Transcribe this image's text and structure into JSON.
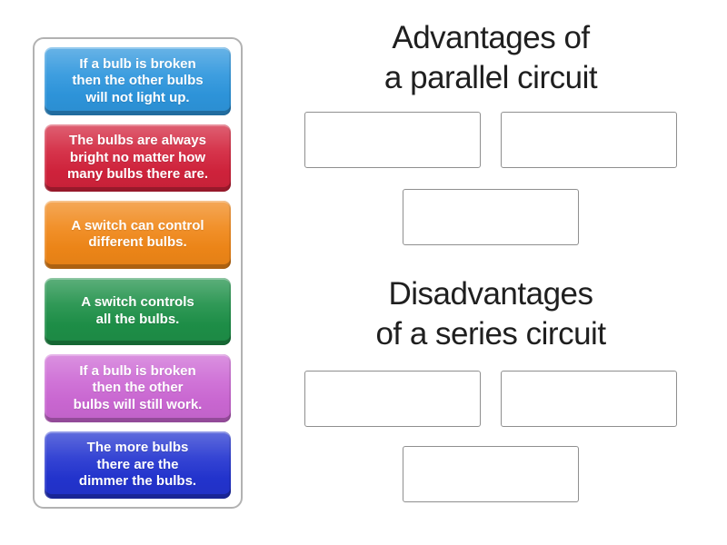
{
  "activity": {
    "kind": "group-sort",
    "background_color": "#ffffff",
    "tray_border_color": "#b2b2b2",
    "slot_border_color": "#8f8f8f",
    "title_color": "#1f1f1f"
  },
  "cards": [
    {
      "color_name": "blue",
      "color": "#2e96dd",
      "text": "If a bulb is broken then the other bulbs will not light up.",
      "lines": [
        "If a bulb is broken",
        "then the other bulbs",
        "will not light up."
      ]
    },
    {
      "color_name": "red",
      "color": "#d2233c",
      "text": "The bulbs are always bright no matter how many bulbs there are.",
      "lines": [
        "The bulbs are always",
        "bright no matter how",
        "many bulbs there are."
      ]
    },
    {
      "color_name": "orange",
      "color": "#f08718",
      "text": "A switch can control different bulbs.",
      "lines": [
        "A switch can control",
        "different bulbs."
      ]
    },
    {
      "color_name": "green",
      "color": "#1e9048",
      "text": "A switch controls all the bulbs.",
      "lines": [
        "A switch controls",
        "all the bulbs."
      ]
    },
    {
      "color_name": "purple",
      "color": "#cc68d4",
      "text": "If a bulb is broken then the other bulbs will still work.",
      "lines": [
        "If a bulb is broken",
        "then the other",
        "bulbs will still work."
      ]
    },
    {
      "color_name": "dark-blue",
      "color": "#2334d0",
      "text": "The more bulbs there are the dimmer the bulbs.",
      "lines": [
        "The more bulbs",
        "there are the",
        "dimmer the bulbs."
      ]
    }
  ],
  "groups": [
    {
      "title": "Advantages of a parallel circuit",
      "title_lines": [
        "Advantages of",
        "a parallel circuit"
      ],
      "slot_count": 3
    },
    {
      "title": "Disadvantages of a series circuit",
      "title_lines": [
        "Disadvantages",
        "of a series circuit"
      ],
      "slot_count": 3
    }
  ]
}
